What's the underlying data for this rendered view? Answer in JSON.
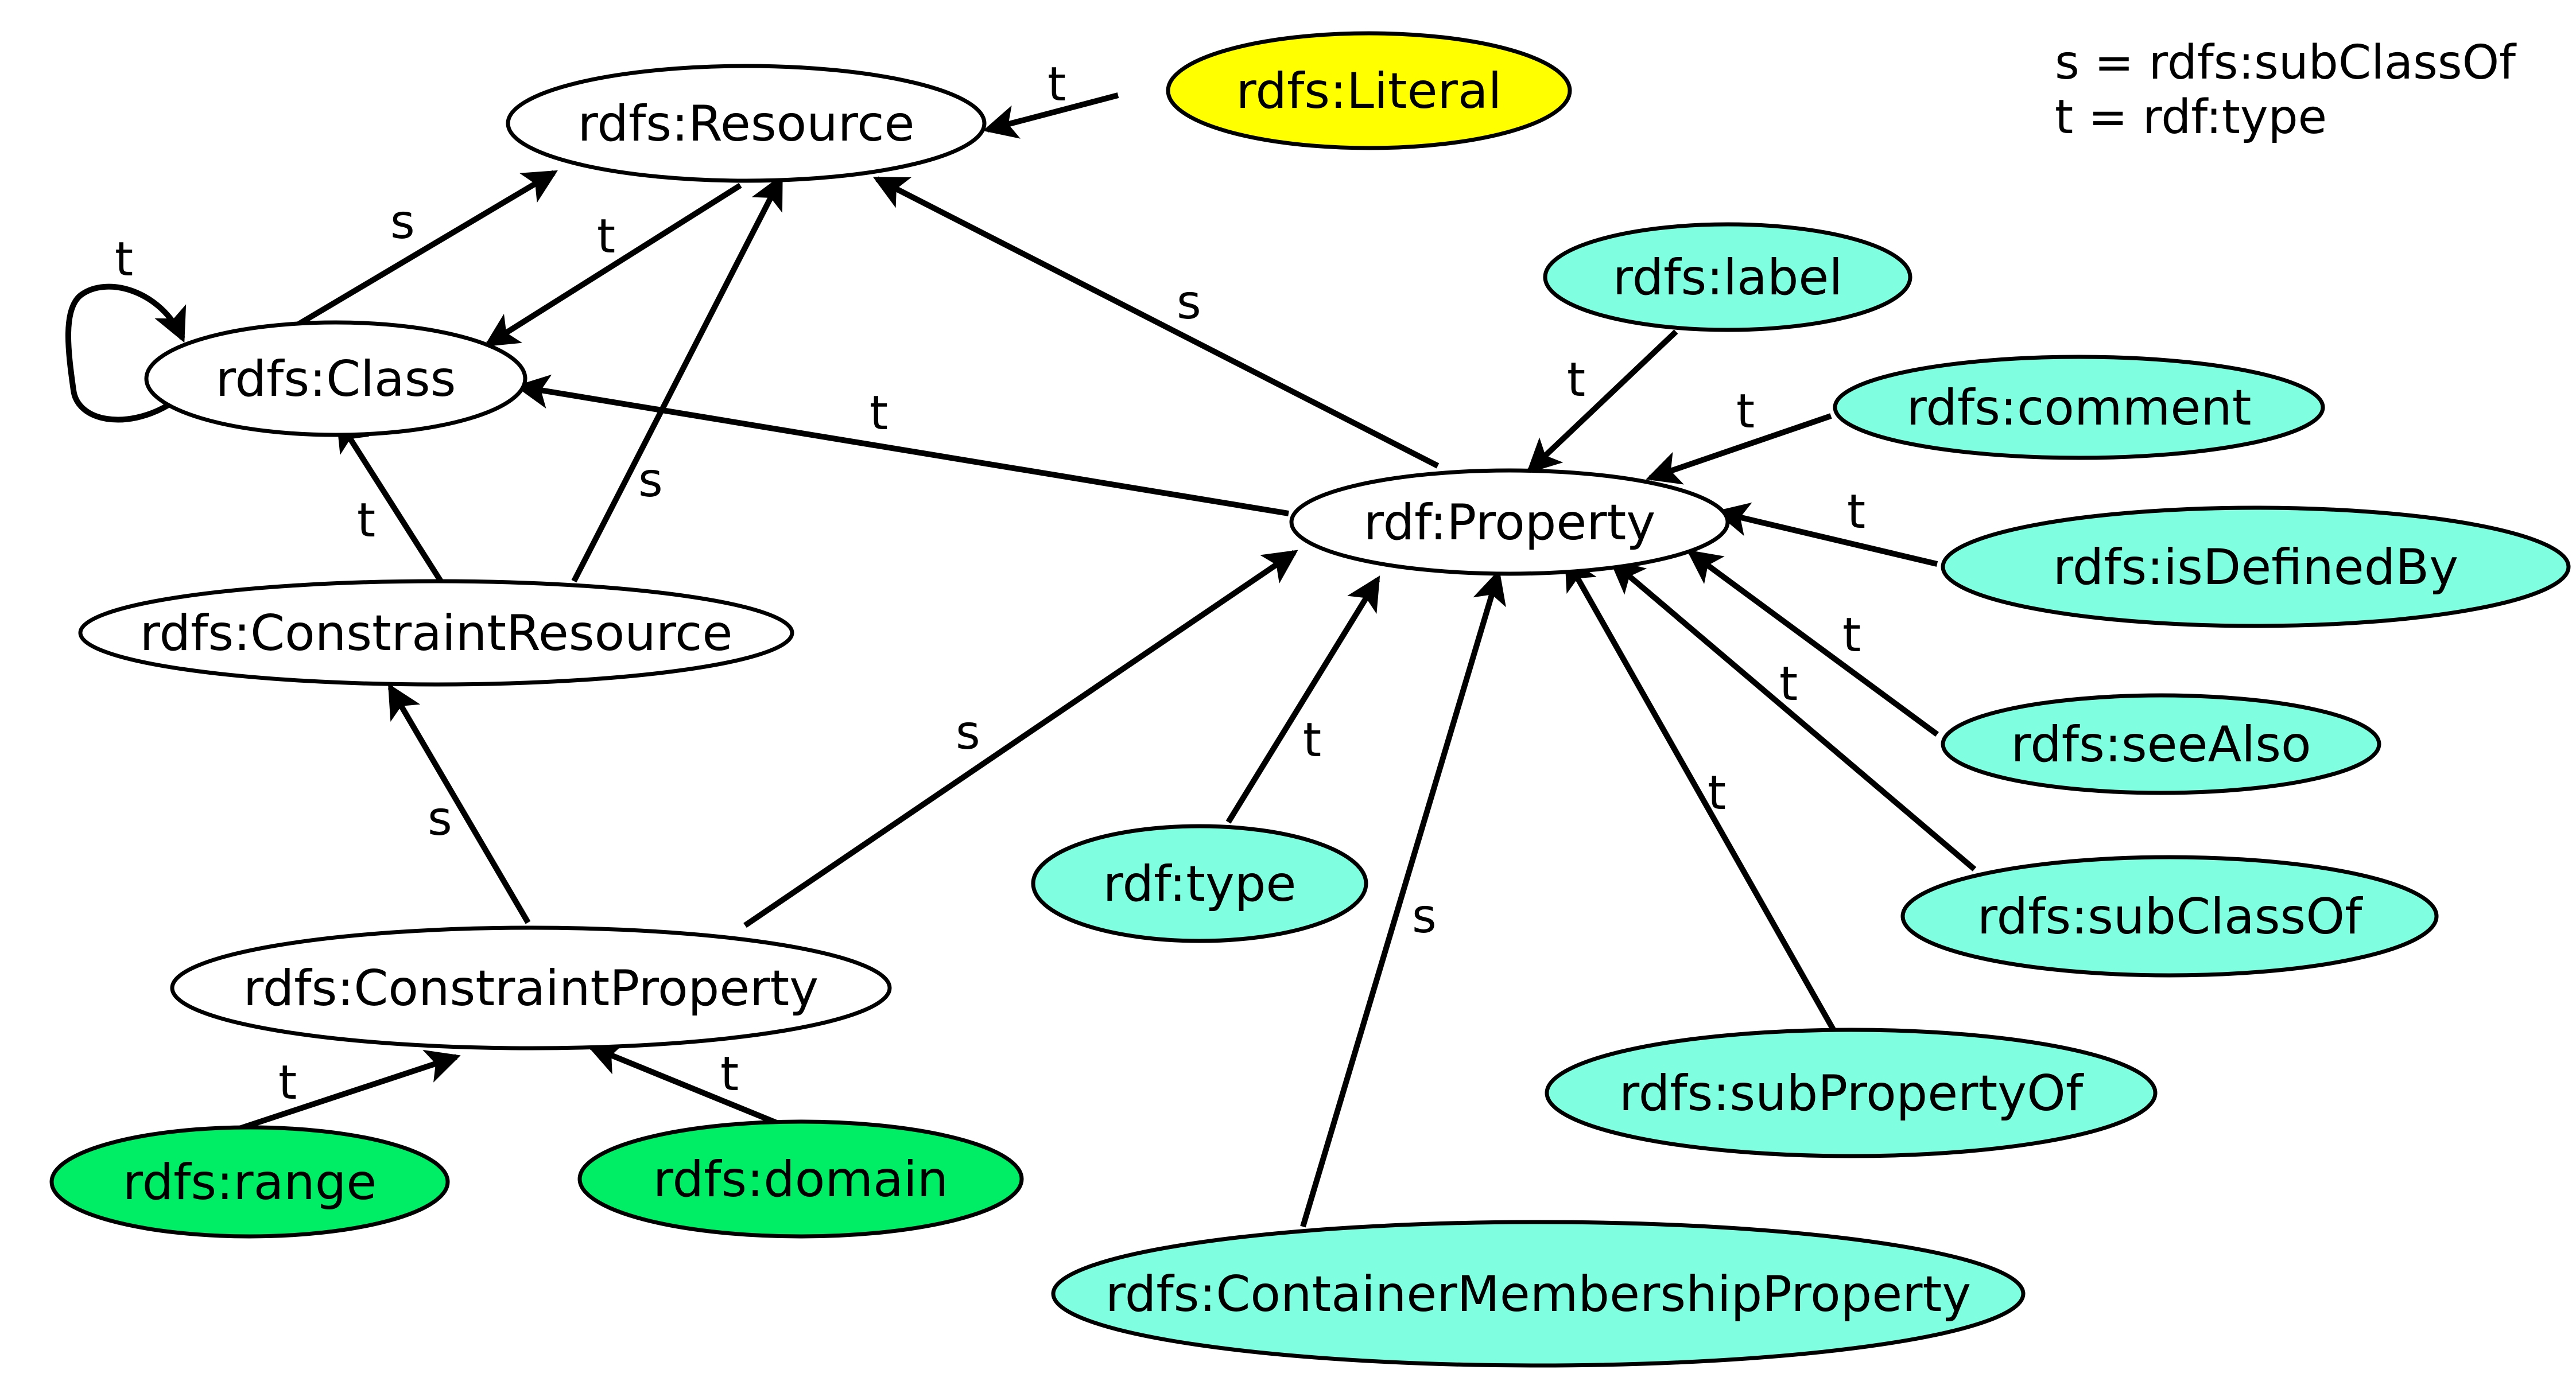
{
  "legend": {
    "subclass": "s = rdfs:subClassOf",
    "type": "t = rdf:type"
  },
  "nodes": {
    "resource": {
      "label": "rdfs:Resource",
      "fill": "#ffffff"
    },
    "literal": {
      "label": "rdfs:Literal",
      "fill": "#ffff00"
    },
    "class": {
      "label": "rdfs:Class",
      "fill": "#ffffff"
    },
    "constraint_resource": {
      "label": "rdfs:ConstraintResource",
      "fill": "#ffffff"
    },
    "constraint_property": {
      "label": "rdfs:ConstraintProperty",
      "fill": "#ffffff"
    },
    "range": {
      "label": "rdfs:range",
      "fill": "#00ee66"
    },
    "domain": {
      "label": "rdfs:domain",
      "fill": "#00ee66"
    },
    "property": {
      "label": "rdf:Property",
      "fill": "#ffffff"
    },
    "label": {
      "label": "rdfs:label",
      "fill": "#7fffe0"
    },
    "comment": {
      "label": "rdfs:comment",
      "fill": "#7fffe0"
    },
    "is_defined_by": {
      "label": "rdfs:isDefinedBy",
      "fill": "#7fffe0"
    },
    "see_also": {
      "label": "rdfs:seeAlso",
      "fill": "#7fffe0"
    },
    "sub_class_of": {
      "label": "rdfs:subClassOf",
      "fill": "#7fffe0"
    },
    "sub_property_of": {
      "label": "rdfs:subPropertyOf",
      "fill": "#7fffe0"
    },
    "container_membership": {
      "label": "rdfs:ContainerMembershipProperty",
      "fill": "#7fffe0"
    },
    "rdf_type": {
      "label": "rdf:type",
      "fill": "#7fffe0"
    }
  },
  "edges": [
    {
      "from": "literal",
      "to": "resource",
      "label": "t"
    },
    {
      "from": "class",
      "to": "resource",
      "label": "s"
    },
    {
      "from": "resource",
      "to": "class",
      "label": "t"
    },
    {
      "from": "class",
      "to": "class",
      "label": "t"
    },
    {
      "from": "constraint_resource",
      "to": "resource",
      "label": "s"
    },
    {
      "from": "constraint_resource",
      "to": "class",
      "label": "t"
    },
    {
      "from": "property",
      "to": "resource",
      "label": "s"
    },
    {
      "from": "property",
      "to": "class",
      "label": "t"
    },
    {
      "from": "constraint_property",
      "to": "constraint_resource",
      "label": "s"
    },
    {
      "from": "constraint_property",
      "to": "property",
      "label": "s"
    },
    {
      "from": "range",
      "to": "constraint_property",
      "label": "t"
    },
    {
      "from": "domain",
      "to": "constraint_property",
      "label": "t"
    },
    {
      "from": "label",
      "to": "property",
      "label": "t"
    },
    {
      "from": "comment",
      "to": "property",
      "label": "t"
    },
    {
      "from": "is_defined_by",
      "to": "property",
      "label": "t"
    },
    {
      "from": "see_also",
      "to": "property",
      "label": "t"
    },
    {
      "from": "sub_class_of",
      "to": "property",
      "label": "t"
    },
    {
      "from": "sub_property_of",
      "to": "property",
      "label": "t"
    },
    {
      "from": "container_membership",
      "to": "property",
      "label": "s"
    },
    {
      "from": "rdf_type",
      "to": "property",
      "label": "t"
    }
  ]
}
